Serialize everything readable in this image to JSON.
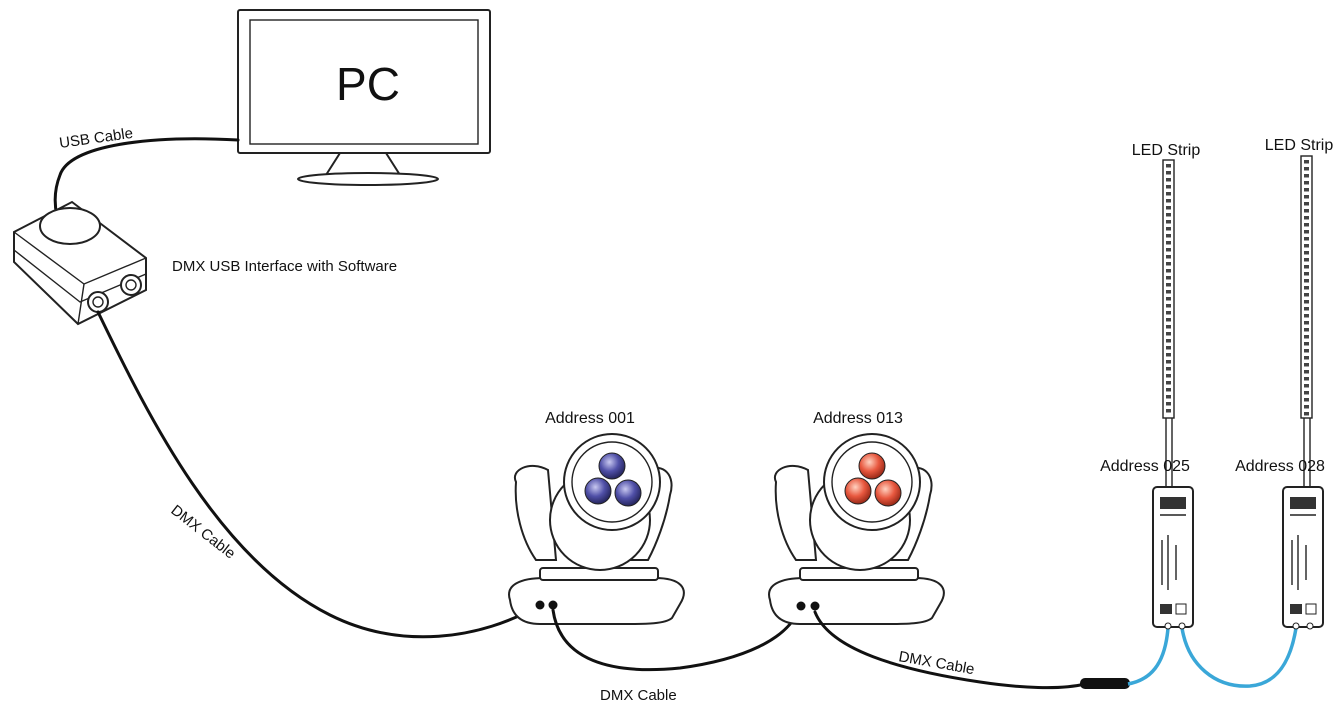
{
  "labels": {
    "pc": "PC",
    "usb_cable": "USB Cable",
    "interface": "DMX USB Interface with Software",
    "dmx_cable_1": "DMX Cable",
    "dmx_cable_2": "DMX Cable",
    "dmx_cable_3": "DMX Cable",
    "address_1": "Address 001",
    "address_2": "Address 013",
    "address_3": "Address 025",
    "address_4": "Address 028",
    "led_strip_1": "LED Strip",
    "led_strip_2": "LED Strip"
  },
  "colors": {
    "lens_blue": "#4a4aa0",
    "lens_red": "#e05040",
    "dmx_cable_blue": "#3aa7d8",
    "cable_black": "#111111"
  }
}
